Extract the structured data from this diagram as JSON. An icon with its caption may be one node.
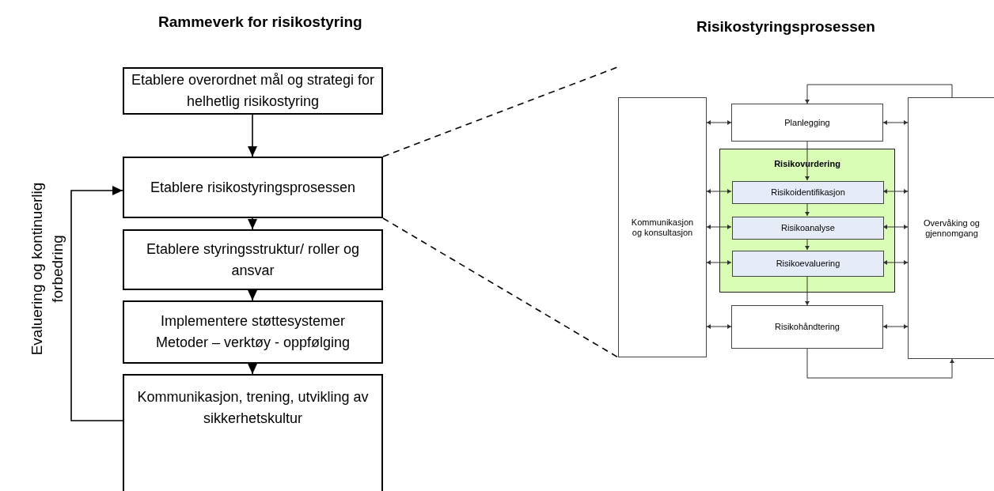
{
  "diagram": {
    "nodes": [
      {
        "text": [
          "Etablere overordnet mål og strategi for helhetlig risikostyring"
        ]
      },
      {
        "text": [
          "Etablere risikostyringsprosessen"
        ]
      },
      {
        "text": [
          "Etablere styringsstruktur/ roller og ansvar"
        ]
      },
      {
        "text": [
          "Implementere støttesystemer",
          "Metoder – verktøy - oppfølging"
        ]
      },
      {
        "text": [
          "Kommunikasjon, trening, utvikling av sikkerhetskultur"
        ]
      },
      {
        "text": [
          "Kommunikasjon og konsultasjon"
        ]
      },
      {
        "text": [
          "Planlegging"
        ]
      },
      {
        "text": [
          "Risikovurdering"
        ]
      },
      {
        "text": [
          "Risikoidentifikasjon"
        ],
        "in": 7
      },
      {
        "text": [
          "Risikoanalyse"
        ],
        "in": 7
      },
      {
        "text": [
          "Risikoevaluering"
        ],
        "in": 7
      },
      {
        "text": [
          "Risikohåndtering"
        ]
      },
      {
        "text": [
          "Overvåking og gjennomgang"
        ]
      }
    ],
    "edges": [
      {
        "from": 0,
        "to": 1,
        "arrow": "to"
      },
      {
        "from": 1,
        "to": 2,
        "arrow": "to"
      },
      {
        "from": 2,
        "to": 3,
        "arrow": "to"
      },
      {
        "from": 3,
        "to": 4,
        "arrow": "to"
      },
      {
        "from": 4,
        "to": 1,
        "arrow": "to"
      },
      {
        "from": 1,
        "to": null,
        "arrow": "none",
        "style": "dashed"
      },
      {
        "from": 1,
        "to": 5,
        "arrow": "none",
        "style": "dashed"
      },
      {
        "from": 6,
        "to": 8,
        "arrow": "to"
      },
      {
        "from": 8,
        "to": 9,
        "arrow": "to"
      },
      {
        "from": 9,
        "to": 10,
        "arrow": "to"
      },
      {
        "from": 10,
        "to": 11,
        "arrow": "to"
      },
      {
        "from": 5,
        "to": 6,
        "arrow": "both"
      },
      {
        "from": 5,
        "to": 8,
        "arrow": "both"
      },
      {
        "from": 5,
        "to": 9,
        "arrow": "both"
      },
      {
        "from": 5,
        "to": 10,
        "arrow": "both"
      },
      {
        "from": 5,
        "to": 11,
        "arrow": "both"
      },
      {
        "from": 6,
        "to": 12,
        "arrow": "both"
      },
      {
        "from": 8,
        "to": 12,
        "arrow": "both"
      },
      {
        "from": 9,
        "to": 12,
        "arrow": "both"
      },
      {
        "from": 10,
        "to": 12,
        "arrow": "both"
      },
      {
        "from": 11,
        "to": 12,
        "arrow": "both"
      },
      {
        "from": 11,
        "to": 12,
        "arrow": "to"
      },
      {
        "from": 12,
        "to": 6,
        "arrow": "to"
      }
    ],
    "labels": [
      "Rammeverk for risikostyring",
      "Risikostyringsprosessen",
      "Evaluering og kontinuerlig forbedring"
    ]
  }
}
